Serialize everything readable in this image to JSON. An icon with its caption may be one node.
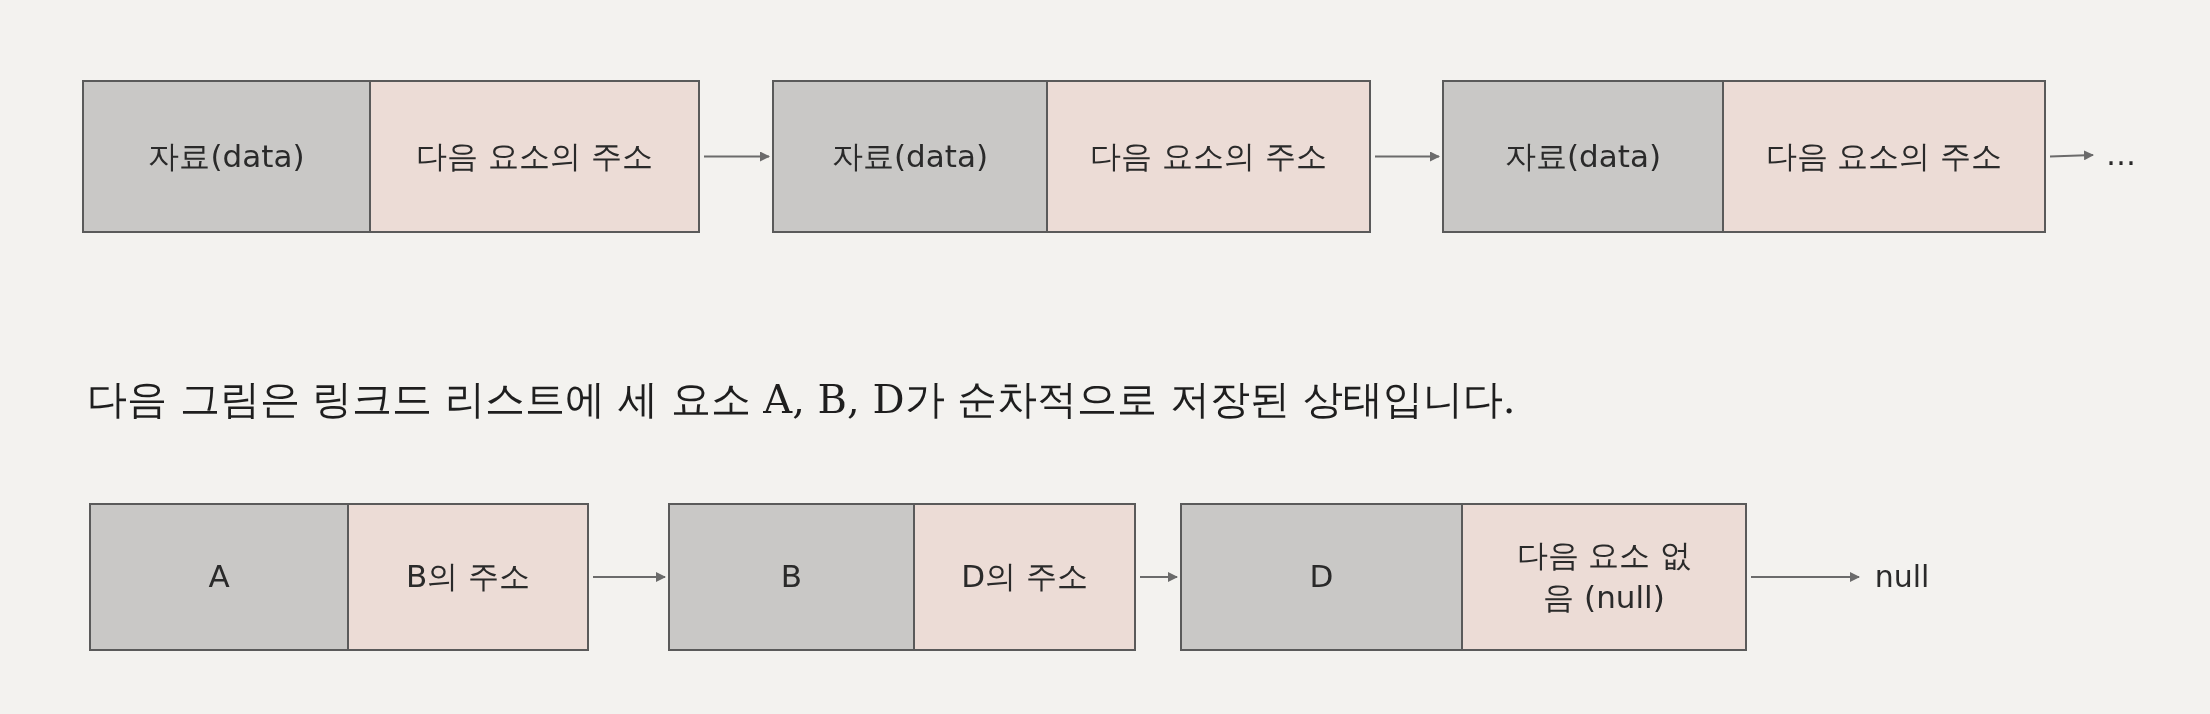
{
  "diagram": {
    "nodes": [
      {
        "text": [
          "자료(data)"
        ]
      },
      {
        "text": [
          "다음 요소의 주소"
        ]
      },
      {
        "text": [
          "자료(data)"
        ]
      },
      {
        "text": [
          "다음 요소의 주소"
        ]
      },
      {
        "text": [
          "자료(data)"
        ]
      },
      {
        "text": [
          "다음 요소의 주소"
        ]
      },
      {
        "text": [
          "…"
        ]
      },
      {
        "text": [
          "A"
        ]
      },
      {
        "text": [
          "B의 주소"
        ]
      },
      {
        "text": [
          "B"
        ]
      },
      {
        "text": [
          "D의 주소"
        ]
      },
      {
        "text": [
          "D"
        ]
      },
      {
        "text": [
          "다음 요소 없음 (null)"
        ]
      },
      {
        "text": [
          "null"
        ]
      }
    ],
    "edges": [
      {
        "from": 1,
        "to": 2,
        "arrow": "to"
      },
      {
        "from": 3,
        "to": 4,
        "arrow": "to"
      },
      {
        "from": 5,
        "to": 6,
        "arrow": "to"
      },
      {
        "from": 8,
        "to": 9,
        "arrow": "to"
      },
      {
        "from": 10,
        "to": 11,
        "arrow": "to"
      },
      {
        "from": 12,
        "to": 13,
        "arrow": "to"
      }
    ],
    "labels": [
      "다음 그림은 링크드 리스트에 세 요소 A, B, D가 순차적으로 저장된 상태입니다."
    ]
  }
}
